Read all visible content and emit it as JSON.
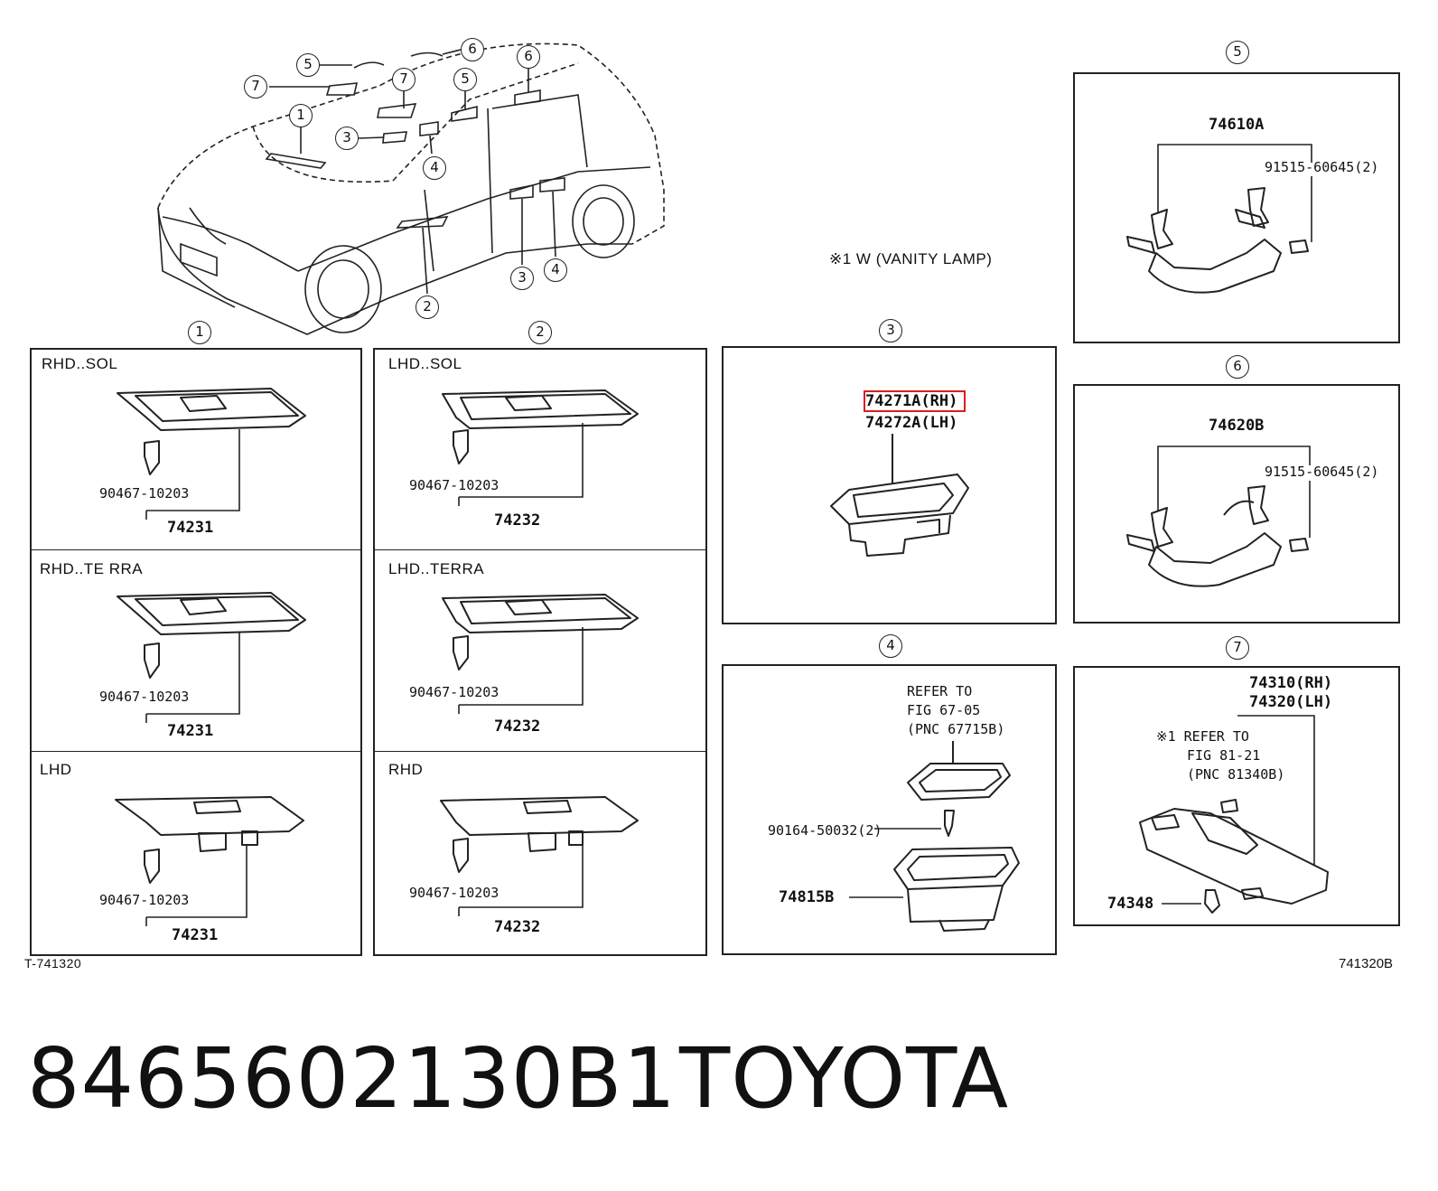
{
  "vehicle_callouts": [
    "5",
    "6",
    "7",
    "7",
    "5",
    "6",
    "1",
    "3",
    "4",
    "3",
    "4",
    "2"
  ],
  "note": "※1  W (VANITY LAMP)",
  "section_numbers": {
    "s1": "1",
    "s2": "2",
    "s3": "3",
    "s4": "4",
    "s5": "5",
    "s6": "6",
    "s7": "7"
  },
  "section1": {
    "cells": [
      {
        "variant": "RHD..SOL",
        "clip": "90467-10203",
        "part": "74231"
      },
      {
        "variant": "RHD..TE RRA",
        "clip": "90467-10203",
        "part": "74231"
      },
      {
        "variant": "LHD",
        "clip": "90467-10203",
        "part": "74231"
      }
    ]
  },
  "section2": {
    "cells": [
      {
        "variant": "LHD..SOL",
        "clip": "90467-10203",
        "part": "74232"
      },
      {
        "variant": "LHD..TERRA",
        "clip": "90467-10203",
        "part": "74232"
      },
      {
        "variant": "RHD",
        "clip": "90467-10203",
        "part": "74232"
      }
    ]
  },
  "section3": {
    "part_rh": "74271A(RH)",
    "part_lh": "74272A(LH)"
  },
  "section4": {
    "refer_line1": "REFER TO",
    "refer_line2": "FIG 67-05",
    "refer_line3": "(PNC 67715B)",
    "screw": "90164-50032(2)",
    "part": "74815B"
  },
  "section5": {
    "part": "74610A",
    "bolt": "91515-60645(2)"
  },
  "section6": {
    "part": "74620B",
    "bolt": "91515-60645(2)"
  },
  "section7": {
    "part_rh": "74310(RH)",
    "part_lh": "74320(LH)",
    "refer_line1": "※1 REFER TO",
    "refer_line2": "FIG 81-21",
    "refer_line3": "(PNC 81340B)",
    "clip": "74348"
  },
  "ref_left": "T-741320",
  "ref_right": "741320B",
  "footer": {
    "part_number": "8465602130B1",
    "brand": "TOYOTA"
  },
  "colors": {
    "line": "#222222",
    "highlight": "#d62020",
    "background": "#ffffff"
  }
}
